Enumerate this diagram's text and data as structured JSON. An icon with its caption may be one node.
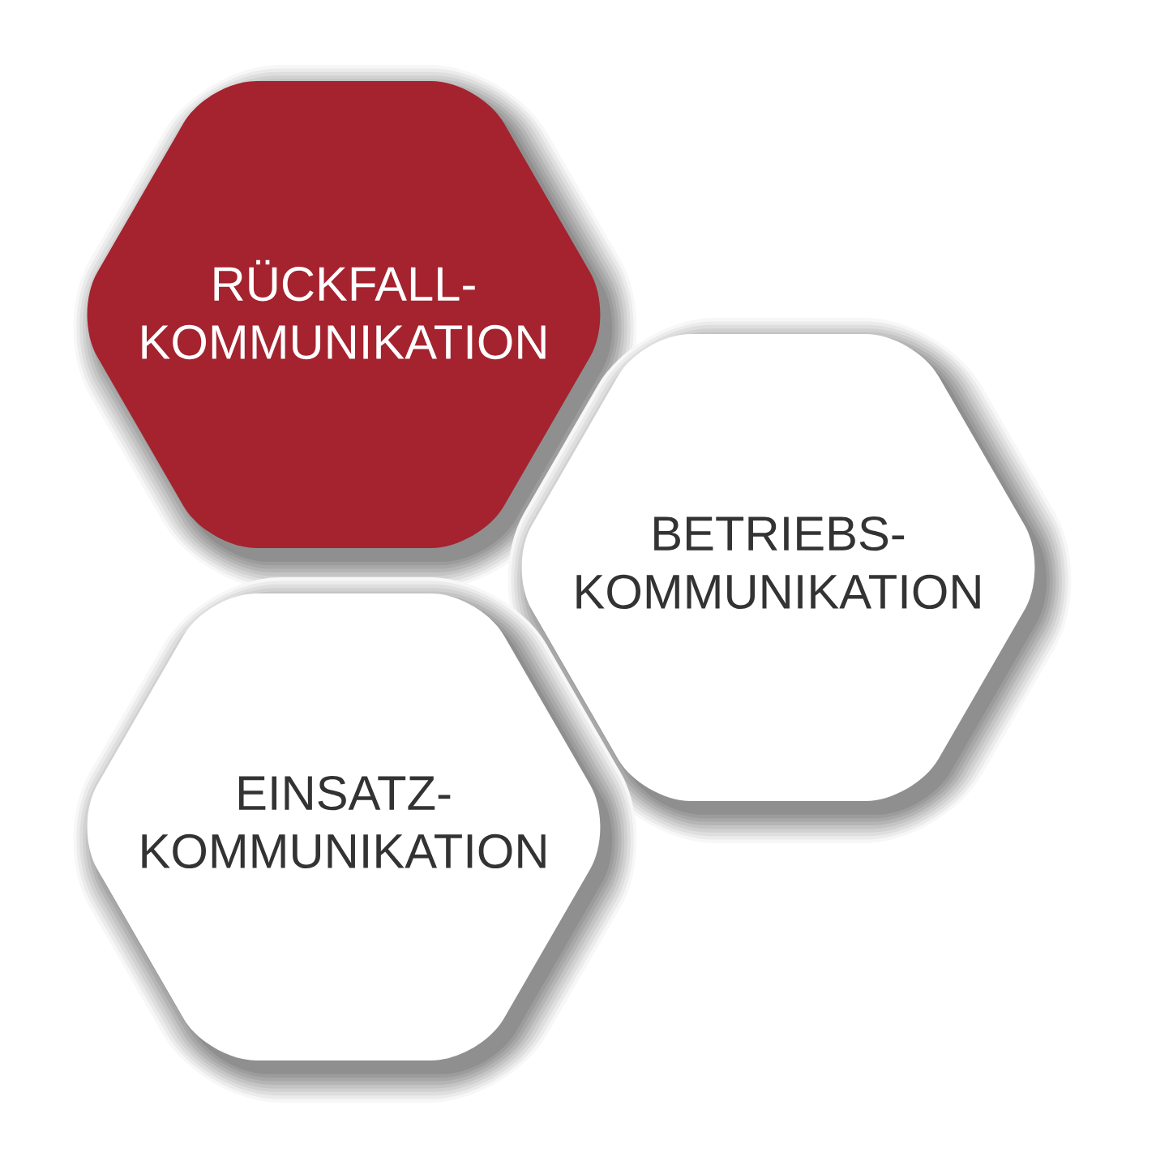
{
  "diagram": {
    "nodes": [
      {
        "text": [
          "RÜCKFALL- KOMMUNIKATION"
        ]
      },
      {
        "text": [
          "BETRIEBS- KOMMUNIKATION"
        ]
      },
      {
        "text": [
          "EINSATZ- KOMMUNIKATION"
        ]
      }
    ]
  }
}
